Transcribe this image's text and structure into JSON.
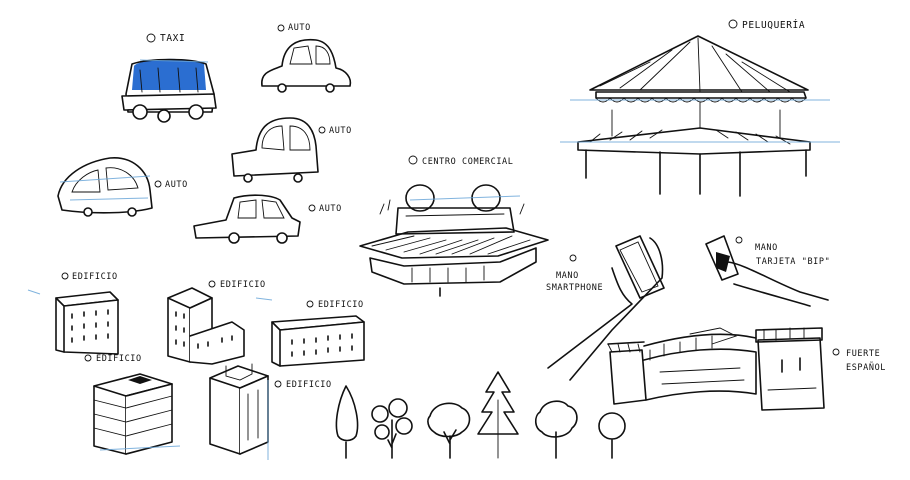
{
  "labels": {
    "taxi": "TAXI",
    "auto_1": "AUTO",
    "auto_2": "AUTO",
    "auto_3": "AUTO",
    "auto_4": "AUTO",
    "peluqueria": "PELUQUERÍA",
    "centro_comercial": "CENTRO COMERCIAL",
    "mano_smartphone_1": "MANO",
    "mano_smartphone_2": "SMARTPHONE",
    "mano_tarjeta_1": "MANO",
    "mano_tarjeta_2": "TARJETA \"BIP\"",
    "fuerte_1": "FUERTE",
    "fuerte_2": "ESPAÑOL",
    "edificio_1": "EDIFICIO",
    "edificio_2": "EDIFICIO",
    "edificio_3": "EDIFICIO",
    "edificio_4": "EDIFICIO",
    "edificio_5": "EDIFICIO"
  },
  "colors": {
    "ink": "#111111",
    "sketch_blue": "#6aa6d8",
    "marker_blue": "#2b6ed1",
    "paper": "#ffffff"
  }
}
